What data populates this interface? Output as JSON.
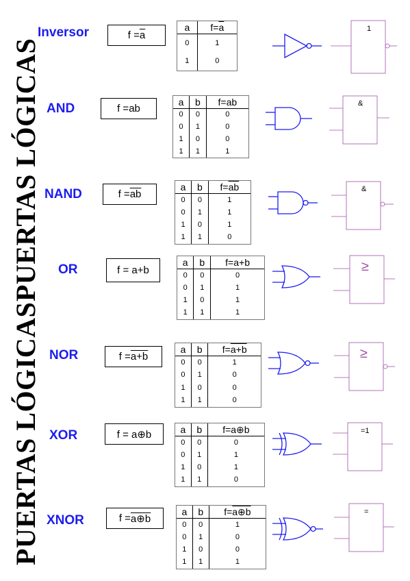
{
  "side_titles": [
    "PUERTAS LÓGICAS",
    "PUERTAS LÓGICAS"
  ],
  "gates": [
    {
      "name": "Inversor",
      "formula_prefix": "f = ",
      "formula_over": "a",
      "formula_plain": "",
      "headers": [
        "a",
        "f=a"
      ],
      "header_over": "a",
      "header_prefix": "f=",
      "rows": [
        [
          "0",
          "1"
        ],
        [
          "1",
          "0"
        ]
      ],
      "iec_symbol": "1"
    },
    {
      "name": "AND",
      "formula_prefix": "f = ",
      "formula_over": "",
      "formula_plain": "ab",
      "headers": [
        "a",
        "b",
        "f=ab"
      ],
      "header_over": "",
      "header_prefix": "f=ab",
      "rows": [
        [
          "0",
          "0",
          "0"
        ],
        [
          "0",
          "1",
          "0"
        ],
        [
          "1",
          "0",
          "0"
        ],
        [
          "1",
          "1",
          "1"
        ]
      ],
      "iec_symbol": "&"
    },
    {
      "name": "NAND",
      "formula_prefix": "f = ",
      "formula_over": "ab",
      "formula_plain": "",
      "headers": [
        "a",
        "b",
        "f=ab"
      ],
      "header_over": "ab",
      "header_prefix": "f=",
      "rows": [
        [
          "0",
          "0",
          "1"
        ],
        [
          "0",
          "1",
          "1"
        ],
        [
          "1",
          "0",
          "1"
        ],
        [
          "1",
          "1",
          "0"
        ]
      ],
      "iec_symbol": "&"
    },
    {
      "name": "OR",
      "formula_prefix": "f = a+b",
      "formula_over": "",
      "formula_plain": "",
      "headers": [
        "a",
        "b",
        "f=a+b"
      ],
      "header_over": "",
      "header_prefix": "f=a+b",
      "rows": [
        [
          "0",
          "0",
          "0"
        ],
        [
          "0",
          "1",
          "1"
        ],
        [
          "1",
          "0",
          "1"
        ],
        [
          "1",
          "1",
          "1"
        ]
      ],
      "iec_symbol": "≥"
    },
    {
      "name": "NOR",
      "formula_prefix": "f = ",
      "formula_over": "a+b",
      "formula_plain": "",
      "headers": [
        "a",
        "b",
        "f=a+b"
      ],
      "header_over": "a+b",
      "header_prefix": "f=",
      "rows": [
        [
          "0",
          "0",
          "1"
        ],
        [
          "0",
          "1",
          "0"
        ],
        [
          "1",
          "0",
          "0"
        ],
        [
          "1",
          "1",
          "0"
        ]
      ],
      "iec_symbol": "≥"
    },
    {
      "name": "XOR",
      "formula_prefix": "f = a⊕b",
      "formula_over": "",
      "formula_plain": "",
      "headers": [
        "a",
        "b",
        "f=a⊕b"
      ],
      "header_over": "",
      "header_prefix": "f=a⊕b",
      "rows": [
        [
          "0",
          "0",
          "0"
        ],
        [
          "0",
          "1",
          "1"
        ],
        [
          "1",
          "0",
          "1"
        ],
        [
          "1",
          "1",
          "0"
        ]
      ],
      "iec_symbol": "=1"
    },
    {
      "name": "XNOR",
      "formula_prefix": "f = ",
      "formula_over": "a⊕b",
      "formula_plain": "",
      "headers": [
        "a",
        "b",
        "f=a⊕b"
      ],
      "header_over": "a⊕b",
      "header_prefix": "f=",
      "rows": [
        [
          "0",
          "0",
          "1"
        ],
        [
          "0",
          "1",
          "0"
        ],
        [
          "1",
          "0",
          "0"
        ],
        [
          "1",
          "1",
          "1"
        ]
      ],
      "iec_symbol": "="
    }
  ],
  "colors": {
    "gate_name": "#1c1cf0",
    "ansi_symbol": "#1c1cf0",
    "iec_symbol": "#a050a8"
  }
}
